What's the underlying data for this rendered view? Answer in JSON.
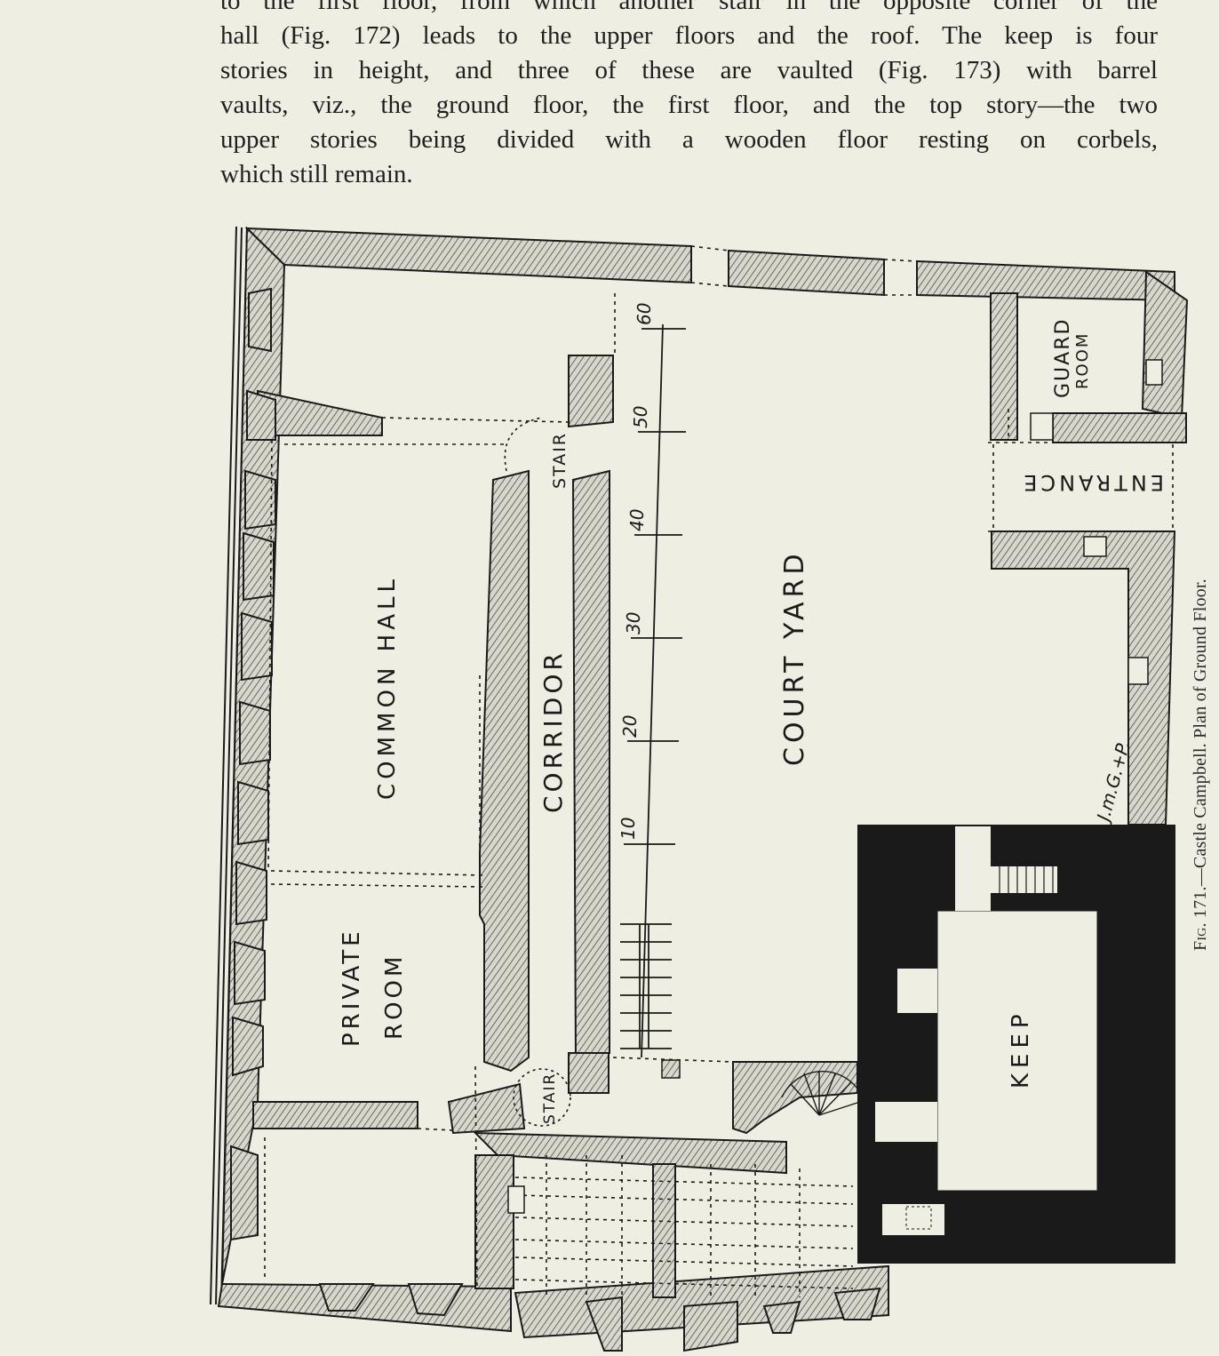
{
  "text": {
    "lines": [
      "to the first floor, from which another stair in the opposite corner of the",
      "hall (Fig. 172) leads to the upper floors and the roof.  The keep is four",
      "stories in height, and three of these are vaulted (Fig. 173) with barrel",
      "vaults, viz., the ground floor, the first floor, and the top story—the two",
      "upper stories being divided with a wooden floor resting on corbels,",
      "which still remain."
    ]
  },
  "plan": {
    "labels": {
      "guard_room_1": "GUARD",
      "guard_room_2": "ROOM",
      "entrance": "ENTRANCE",
      "stair_top": "STAIR",
      "stair_bottom": "STAIR",
      "common_hall": "COMMON HALL",
      "corridor": "CORRIDOR",
      "courtyard": "COURT YARD",
      "private_room_1": "PRIVATE",
      "private_room_2": "ROOM",
      "keep": "KEEP",
      "signature": "J.m.G.+P."
    },
    "scale": {
      "tick_labels": [
        "10",
        "20",
        "30",
        "40",
        "50",
        "60"
      ]
    },
    "colors": {
      "ink": "#1a1a1a",
      "paper": "#efeee3",
      "wall_fill": "#b9b8ae"
    }
  },
  "caption": {
    "fig": "Fig. 171.",
    "text": "—Castle Campbell.   Plan of Ground Floor."
  }
}
